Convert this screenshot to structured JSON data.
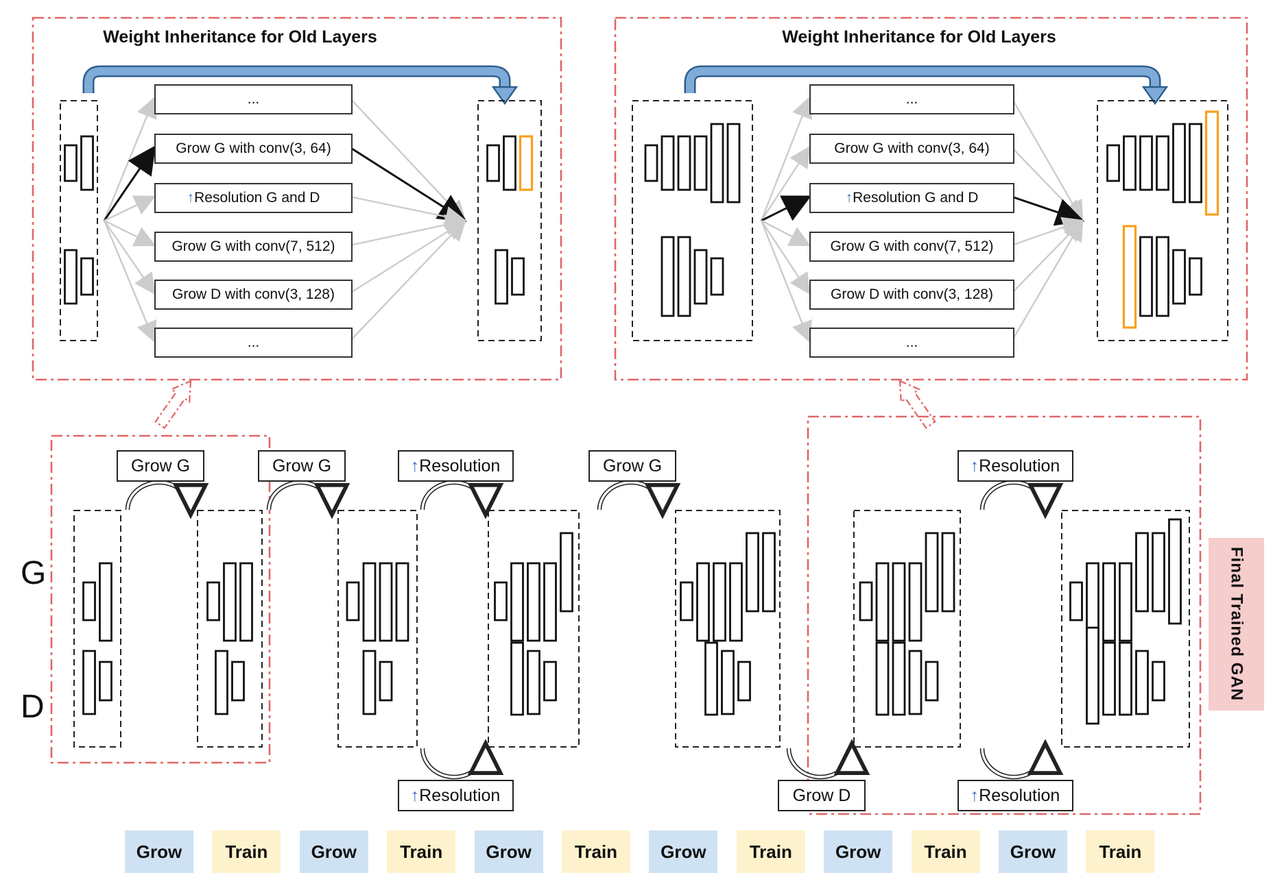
{
  "colors": {
    "accent_red": "#E06666",
    "blue_arrow_fill": "#7FABD9",
    "blue_arrow_stroke": "#2F5E8E",
    "orange_highlight": "#F9A01B",
    "gray_arrow": "#CCCCCC",
    "black_arrow": "#111111",
    "grow_badge_bg": "#CFE2F3",
    "train_badge_bg": "#FDF2CC",
    "final_tag_bg": "#F6CDCD",
    "resolution_arrow_blue": "#4472C4"
  },
  "arrow_char": "↑",
  "panels": [
    {
      "title": "Weight Inheritance for Old Layers",
      "actions": [
        {
          "text": "..."
        },
        {
          "text": "Grow G with conv(3, 64)"
        },
        {
          "arrow": "↑",
          "text": "Resolution G and D"
        },
        {
          "text": "Grow G with conv(7, 512)"
        },
        {
          "text": "Grow D with conv(3, 128)"
        },
        {
          "text": "..."
        }
      ],
      "highlighted_action": 1,
      "before": {
        "g": [
          "s",
          "m"
        ],
        "d": [
          "m2",
          "s2"
        ],
        "orange_g": [],
        "orange_d": []
      },
      "after": {
        "g": [
          "s",
          "m",
          "m"
        ],
        "d": [
          "m2",
          "s2"
        ],
        "orange_g": [
          2
        ],
        "orange_d": []
      }
    },
    {
      "title": "Weight Inheritance for Old Layers",
      "actions": [
        {
          "text": "..."
        },
        {
          "text": "Grow G with conv(3, 64)"
        },
        {
          "arrow": "↑",
          "text": "Resolution G and D"
        },
        {
          "text": "Grow G with conv(7, 512)"
        },
        {
          "text": "Grow D with conv(3, 128)"
        },
        {
          "text": "..."
        }
      ],
      "highlighted_action": 2,
      "before": {
        "g": [
          "s",
          "m",
          "m",
          "m",
          "L",
          "L"
        ],
        "d": [
          "L2",
          "L2",
          "m2",
          "s2"
        ],
        "orange_g": [],
        "orange_d": []
      },
      "after": {
        "g": [
          "s",
          "m",
          "m",
          "m",
          "L",
          "L",
          "XL"
        ],
        "d": [
          "XL2",
          "L2",
          "L2",
          "m2",
          "s2"
        ],
        "orange_g": [
          6
        ],
        "orange_d": [
          0
        ]
      }
    }
  ],
  "timeline": {
    "g_label": "G",
    "d_label": "D",
    "states": [
      {
        "g": [
          "s",
          "m"
        ],
        "d": [
          "m2",
          "s2"
        ]
      },
      {
        "g": [
          "s",
          "m",
          "m"
        ],
        "d": [
          "m2",
          "s2"
        ]
      },
      {
        "g": [
          "s",
          "m",
          "m",
          "m"
        ],
        "d": [
          "m2",
          "s2"
        ]
      },
      {
        "g": [
          "s",
          "m",
          "m",
          "m",
          "L"
        ],
        "d": [
          "L2",
          "m2",
          "s2"
        ]
      },
      {
        "g": [
          "s",
          "m",
          "m",
          "m",
          "L",
          "L"
        ],
        "d": [
          "L2",
          "m2",
          "s2"
        ]
      },
      {
        "g": [
          "s",
          "m",
          "m",
          "m",
          "L",
          "L"
        ],
        "d": [
          "L2",
          "L2",
          "m2",
          "s2"
        ]
      },
      {
        "g": [
          "s",
          "m",
          "m",
          "m",
          "L",
          "L",
          "XL"
        ],
        "d": [
          "XL2",
          "L2",
          "L2",
          "m2",
          "s2"
        ]
      }
    ],
    "transitions_top": [
      {
        "text": "Grow G"
      },
      {
        "text": "Grow G"
      },
      {
        "arrow": "↑",
        "text": "Resolution"
      },
      {
        "text": "Grow G"
      },
      {
        "arrow": "↑",
        "text": "Resolution"
      }
    ],
    "transitions_bottom": [
      {
        "arrow": "↑",
        "text": "Resolution"
      },
      {
        "text": "Grow D"
      },
      {
        "arrow": "↑",
        "text": "Resolution"
      }
    ]
  },
  "badges": [
    {
      "label": "Grow",
      "type": "grow"
    },
    {
      "label": "Train",
      "type": "train"
    },
    {
      "label": "Grow",
      "type": "grow"
    },
    {
      "label": "Train",
      "type": "train"
    },
    {
      "label": "Grow",
      "type": "grow"
    },
    {
      "label": "Train",
      "type": "train"
    },
    {
      "label": "Grow",
      "type": "grow"
    },
    {
      "label": "Train",
      "type": "train"
    },
    {
      "label": "Grow",
      "type": "grow"
    },
    {
      "label": "Train",
      "type": "train"
    },
    {
      "label": "Grow",
      "type": "grow"
    },
    {
      "label": "Train",
      "type": "train"
    }
  ],
  "final_label": "Final Trained GAN"
}
